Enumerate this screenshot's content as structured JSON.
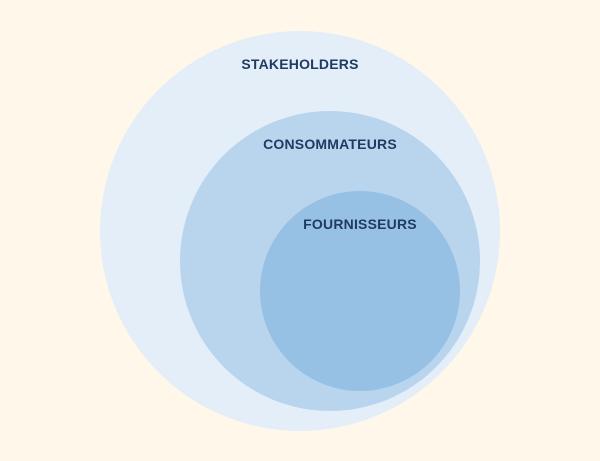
{
  "diagram": {
    "type": "nested-circles",
    "label_color": "#1f3a63",
    "rings": [
      {
        "label": "STAKEHOLDERS",
        "color": "#e3eef8"
      },
      {
        "label": "CONSOMMATEURS",
        "color": "#b9d5ee"
      },
      {
        "label": "FOURNISSEURS",
        "color": "#97c1e4"
      }
    ]
  },
  "colors": {
    "background": "#fff7ea"
  }
}
